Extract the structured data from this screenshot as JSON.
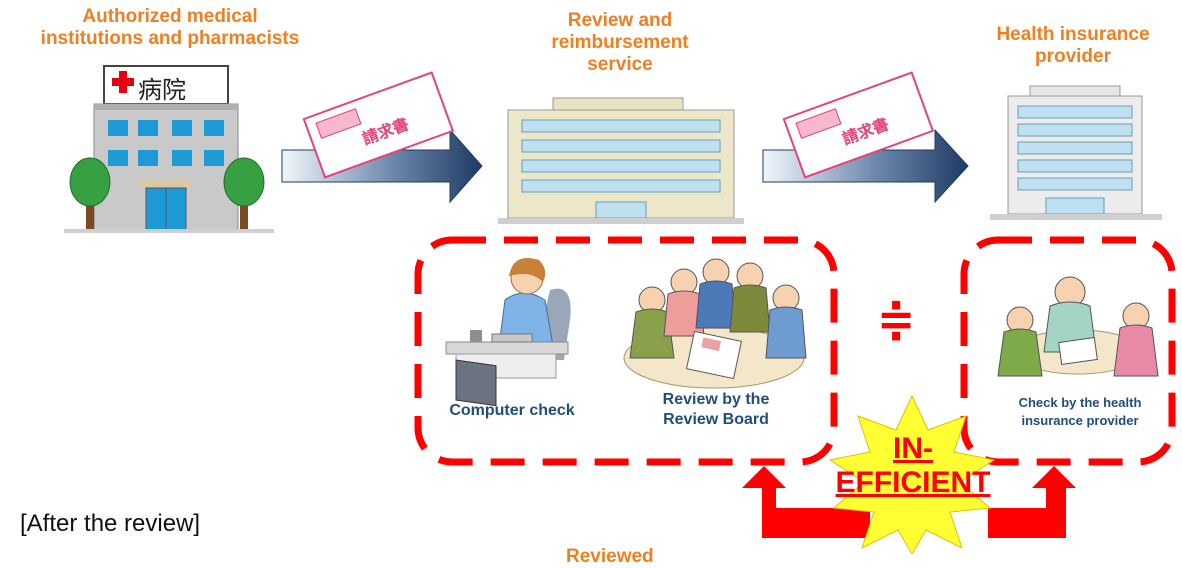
{
  "org_labels": {
    "medical": "Authorized medical\ninstitutions and pharmacists",
    "review": "Review and\nreimbursement\nservice",
    "insurer": "Health insurance\nprovider"
  },
  "hospital_sign": "病院",
  "claim_form_text": "請求書",
  "captions": {
    "computer_check": "Computer check",
    "review_board": "Review by the\nReview Board",
    "insurer_check": "Check by the health\ninsurance provider"
  },
  "approx_equal_symbol": "≑",
  "burst_text": "IN-\nEFFICIENT",
  "footer_label": "[After the review]",
  "bottom_cut_text": "Reviewed",
  "colors": {
    "label_orange": "#ee7f22",
    "dash_red": "#ff0000",
    "arrow_navy": "#1f3b63",
    "burst_yellow": "#ffff33",
    "form_pink": "#e0457b"
  }
}
